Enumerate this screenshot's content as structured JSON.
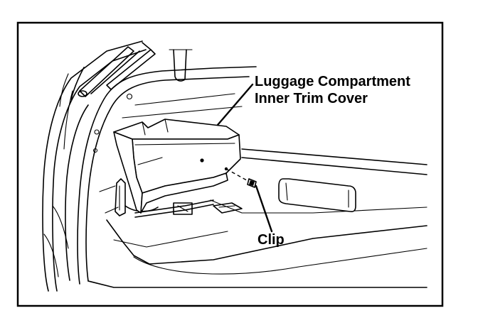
{
  "labels": {
    "cover_line1": "Luggage Compartment",
    "cover_line2": "Inner Trim Cover",
    "clip": "Clip"
  }
}
